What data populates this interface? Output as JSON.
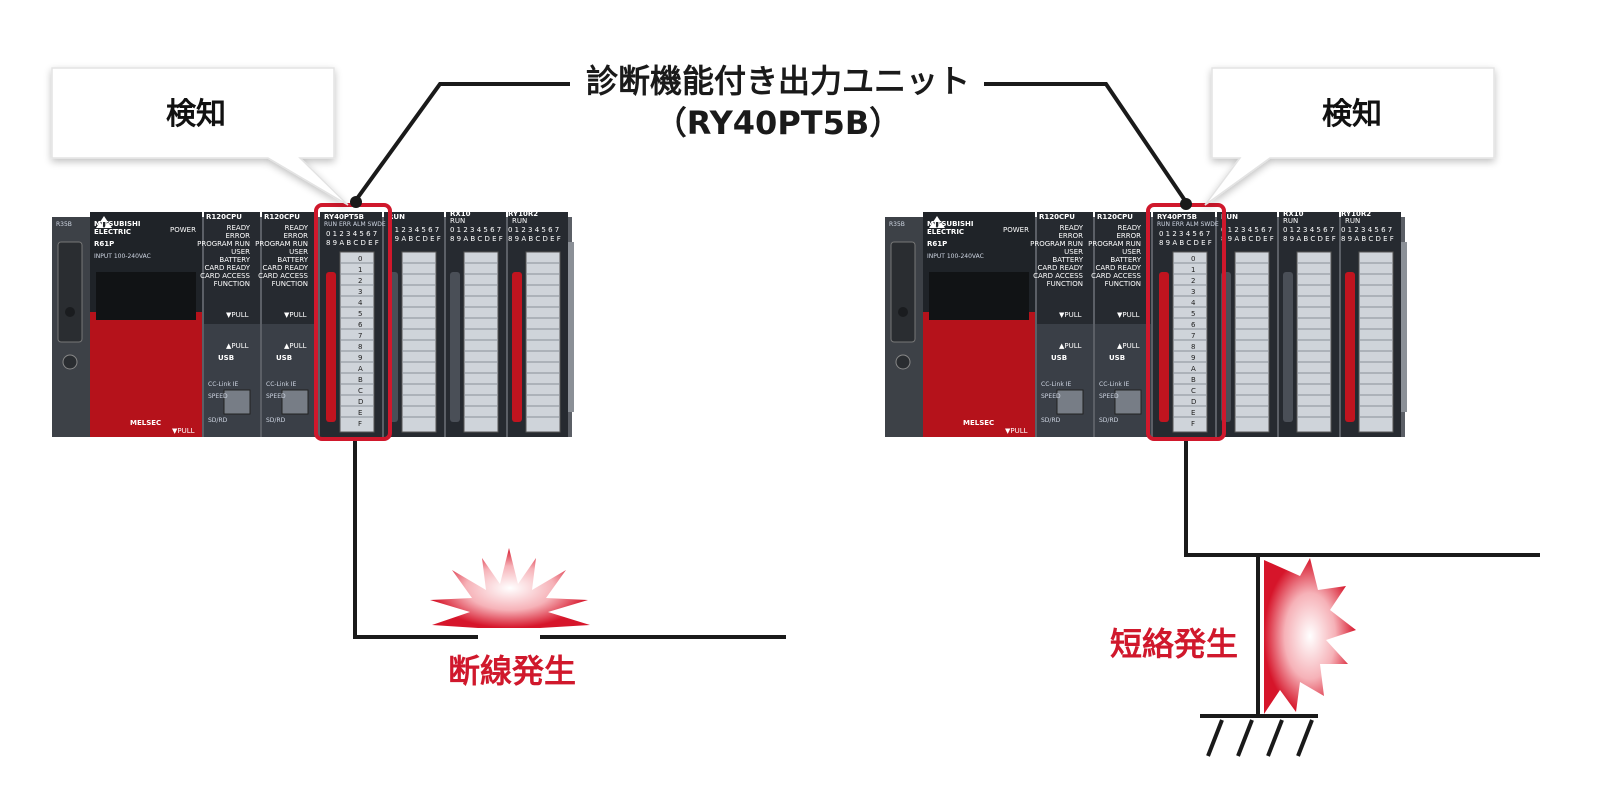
{
  "title": {
    "line1": "診断機能付き出力ユニット",
    "line2": "（RY40PT5B）"
  },
  "left": {
    "callout": "検知",
    "event": "断線発生"
  },
  "right": {
    "callout": "検知",
    "event": "短絡発生"
  },
  "plc": {
    "brand_line1": "MITSUBISHI",
    "brand_line2": "ELECTRIC",
    "power_model": "R61P",
    "power_label": "POWER",
    "power_spec": "INPUT 100-240VAC",
    "base_label": "R35B",
    "melsec": "MELSEC",
    "pull": "▼PULL",
    "cpu_model": "R120CPU",
    "cpu_status": [
      "READY",
      "ERROR",
      "PROGRAM RUN",
      "USER",
      "BATTERY",
      "CARD READY",
      "CARD ACCESS",
      "FUNCTION"
    ],
    "cpu_pull_down": "▼PULL",
    "cpu_pull_up": "▲PULL",
    "usb": "USB",
    "cclink": "CC-Link IE",
    "speed": "SPEED",
    "sdrd": "SD/RD",
    "mod_ry40": "RY40PT5B",
    "mod_ry40_leds": "RUN ERR ALM SWDE",
    "mod_rx10": "RX10",
    "mod_ry10r2": "RY10R2",
    "mod_run": "RUN",
    "led_row1": "0 1 2 3 4 5 6 7",
    "led_row2": "8 9 A B C D E F",
    "terminals": [
      "0",
      "1",
      "2",
      "3",
      "4",
      "5",
      "6",
      "7",
      "8",
      "9",
      "A",
      "B",
      "C",
      "D",
      "E",
      "F"
    ]
  },
  "colors": {
    "highlight": "#d0182c",
    "wire": "#1a1a1a",
    "plc_dark": "#1f2328",
    "plc_red": "#b5121b"
  }
}
